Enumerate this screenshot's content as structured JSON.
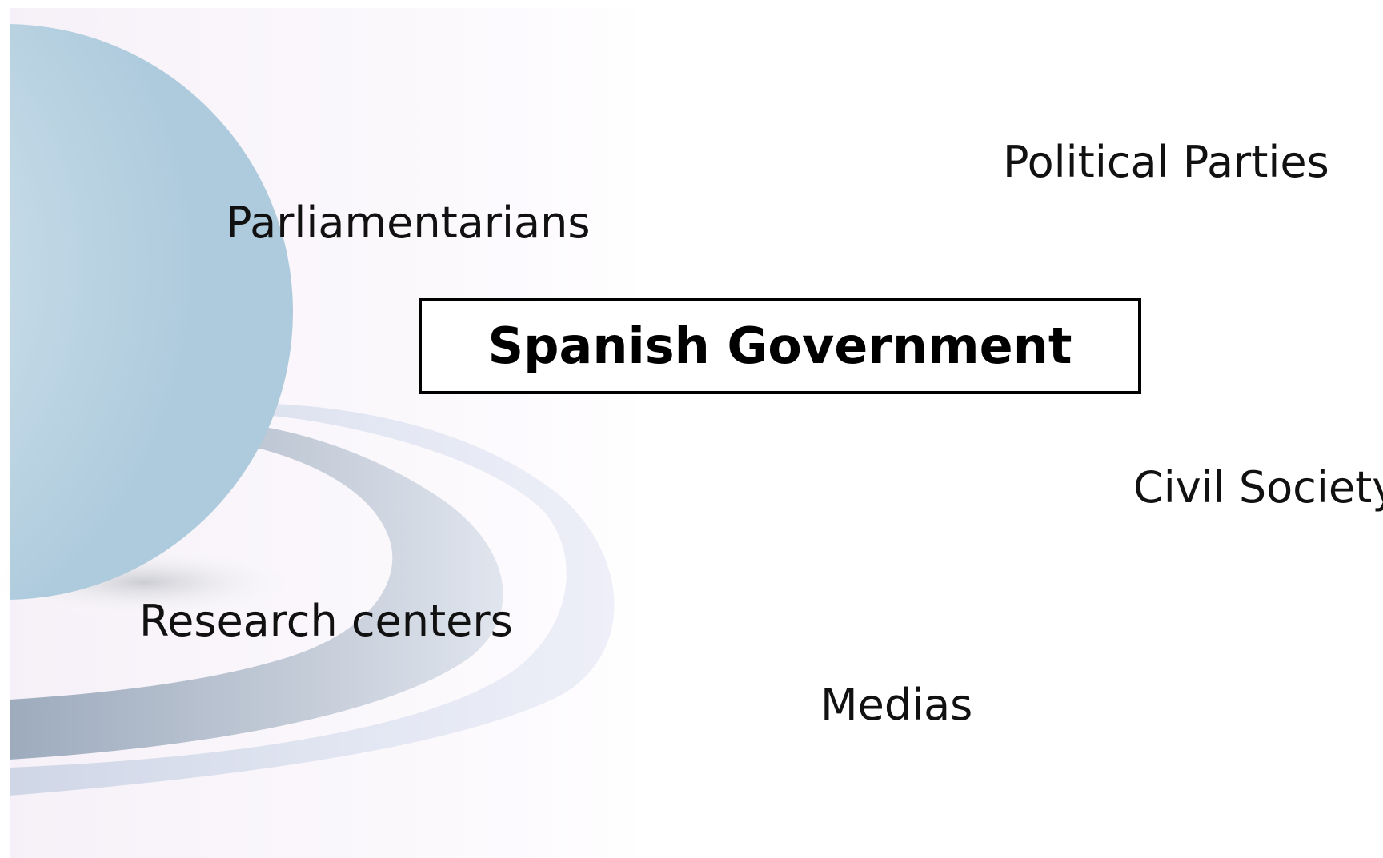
{
  "diagram": {
    "center": {
      "label": "Spanish Government"
    },
    "actors": {
      "political_parties": "Political Parties",
      "parliamentarians": "Parliamentarians",
      "civil_society": "Civil Society",
      "research_centers": "Research centers",
      "medias": "Medias"
    }
  },
  "colors": {
    "sphere": "#b9d4e3",
    "ring_dark": "#a6b3c4",
    "ring_light": "#dde3f0",
    "panel_tint": "#fbf7fc",
    "text": "#111111",
    "box_border": "#000000"
  }
}
